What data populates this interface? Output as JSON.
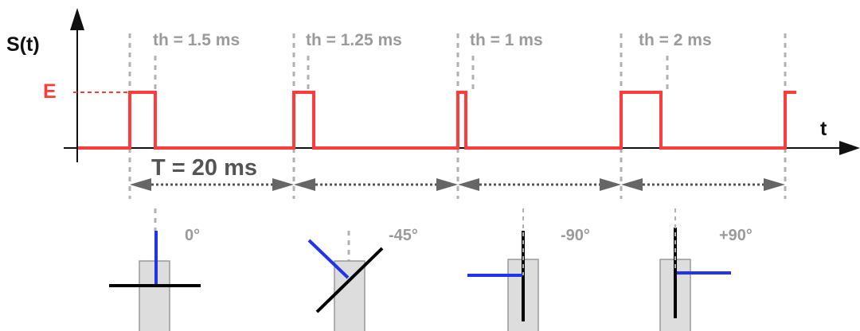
{
  "axes": {
    "y_label": "S(t)",
    "x_label": "t",
    "level_label": "E"
  },
  "period_label": "T = 20 ms",
  "pulses": [
    {
      "label": "th = 1.5 ms",
      "width_ms": 1.5
    },
    {
      "label": "th = 1.25 ms",
      "width_ms": 1.25
    },
    {
      "label": "th = 1 ms",
      "width_ms": 1
    },
    {
      "label": "th = 2 ms",
      "width_ms": 2
    }
  ],
  "servos": [
    {
      "angle_label": "0°"
    },
    {
      "angle_label": "-45°"
    },
    {
      "angle_label": "-90°"
    },
    {
      "angle_label": "+90°"
    }
  ],
  "colors": {
    "signal": "#ff3b3b",
    "guide": "#b0b0b0",
    "arm": "#2233ee",
    "body_fill": "#dddddd",
    "body_stroke": "#999999",
    "dim": "#666666"
  }
}
